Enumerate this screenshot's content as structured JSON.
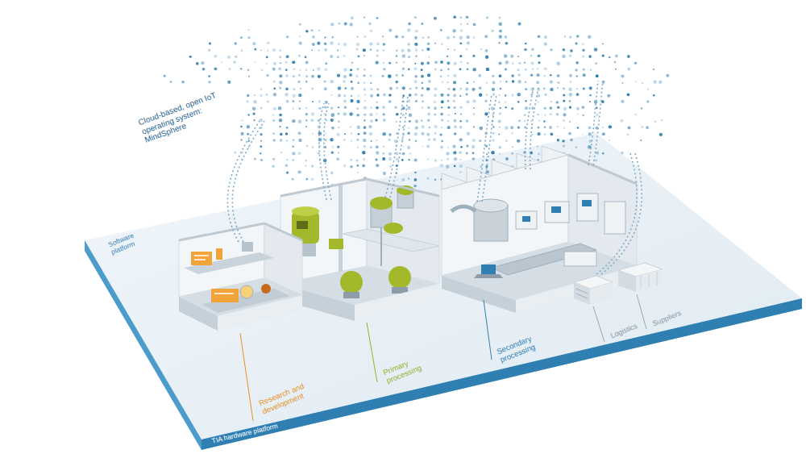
{
  "diagram": {
    "labels": [
      "Cloud-based, open IoT operating system: MindSphere",
      "Software platform",
      "Research and development",
      "Primary processing",
      "Secondary processing",
      "Logistics",
      "Suppliers",
      "TIA hardware platform"
    ]
  }
}
